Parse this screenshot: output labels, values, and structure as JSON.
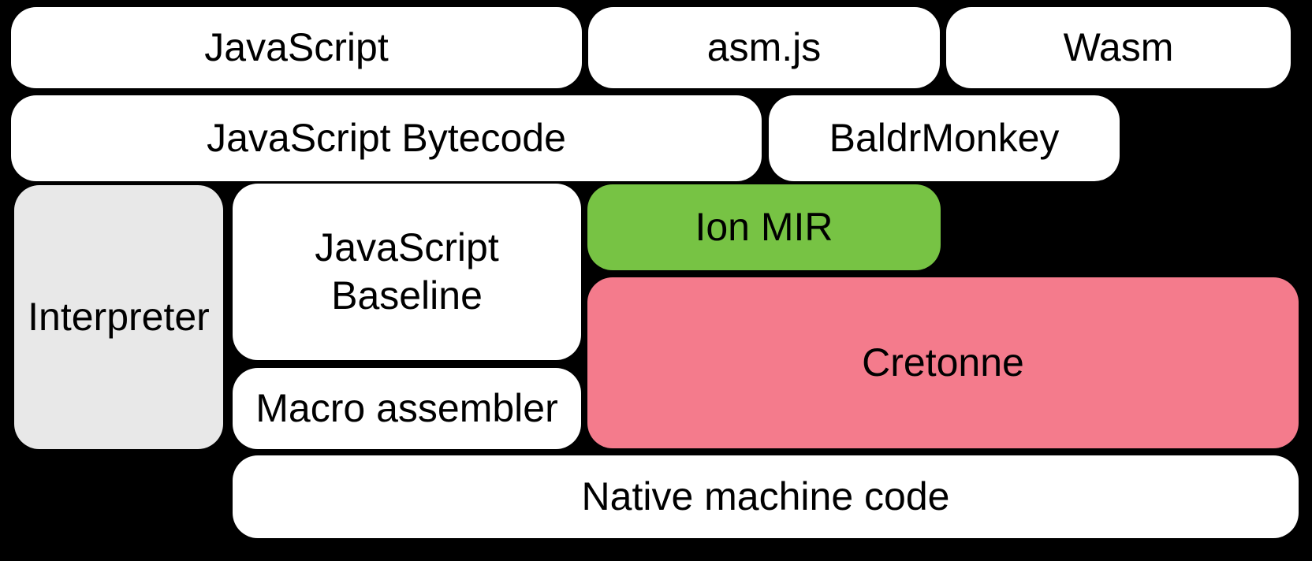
{
  "diagram": {
    "description": "compiler-pipeline-block-diagram",
    "background_color": "#000000",
    "text_color": "#000000",
    "colors": {
      "default_box": "#ffffff",
      "interpreter_gray": "#e8e8e8",
      "ion_green": "#77c344",
      "cretonne_pink": "#f47b8c"
    },
    "boxes": {
      "javascript": {
        "label": "JavaScript",
        "color": "#ffffff"
      },
      "asmjs": {
        "label": "asm.js",
        "color": "#ffffff"
      },
      "wasm": {
        "label": "Wasm",
        "color": "#ffffff"
      },
      "bytecode": {
        "label": "JavaScript Bytecode",
        "color": "#ffffff"
      },
      "baldrmonkey": {
        "label": "BaldrMonkey",
        "color": "#ffffff"
      },
      "interpreter": {
        "label": "Interpreter",
        "color": "#e8e8e8"
      },
      "baseline": {
        "label": "JavaScript\nBaseline",
        "color": "#ffffff"
      },
      "ionmir": {
        "label": "Ion MIR",
        "color": "#77c344"
      },
      "cretonne": {
        "label": "Cretonne",
        "color": "#f47b8c"
      },
      "macro": {
        "label": "Macro assembler",
        "color": "#ffffff"
      },
      "native": {
        "label": "Native machine code",
        "color": "#ffffff"
      }
    }
  }
}
